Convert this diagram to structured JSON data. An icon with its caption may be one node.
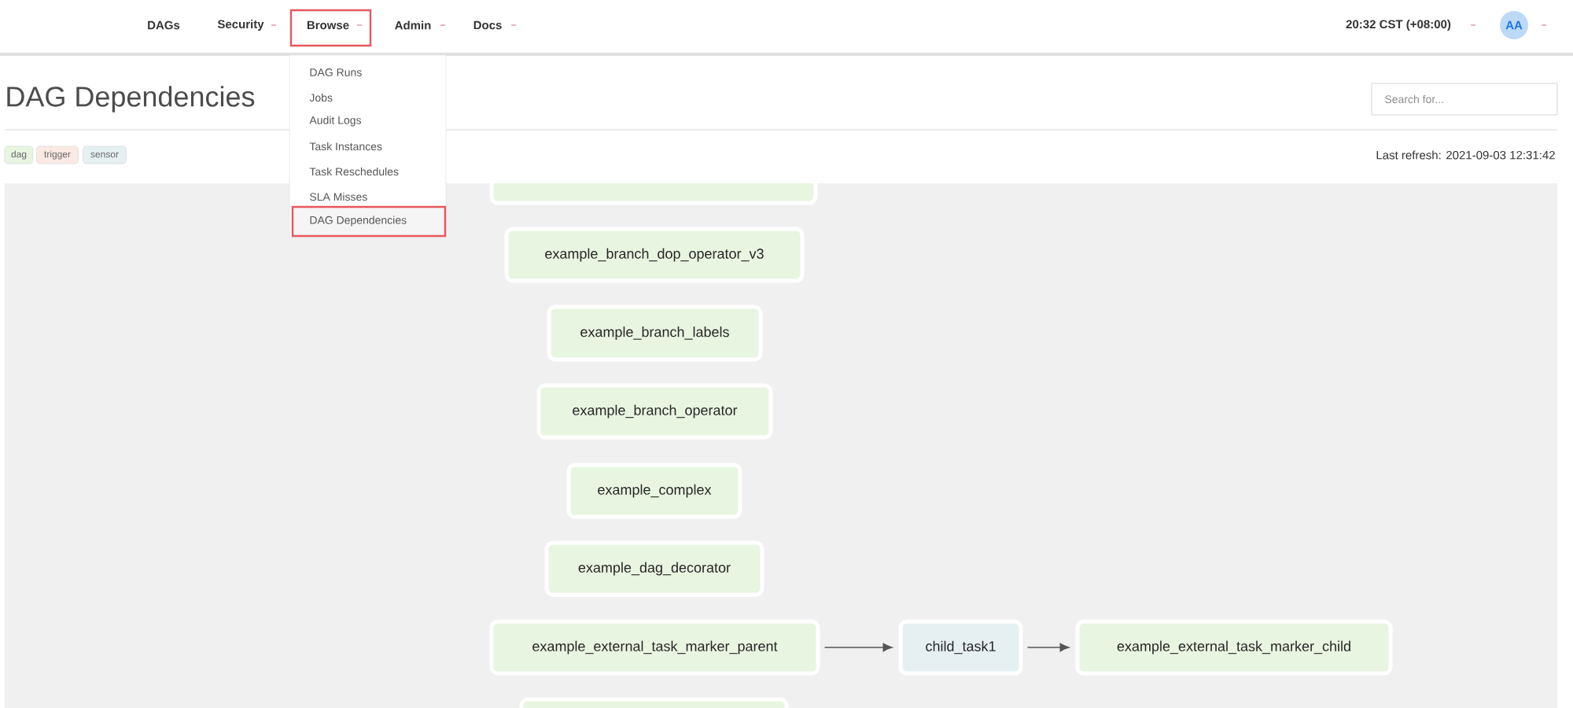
{
  "diagram": {
    "title": "DAG Dependencies",
    "nodes": [
      {
        "text": [],
        "shape": "box"
      },
      {
        "text": [
          "example_branch_dop_operator_v3"
        ]
      },
      {
        "text": [
          "example_branch_labels"
        ]
      },
      {
        "text": [
          "example_branch_operator"
        ]
      },
      {
        "text": [
          "example_complex"
        ]
      },
      {
        "text": [
          "example_dag_decorator"
        ]
      },
      {
        "text": [
          "example_external_task_marker_parent"
        ]
      },
      {
        "text": [
          "child_task1"
        ]
      },
      {
        "text": [
          "example_external_task_marker_child"
        ]
      },
      {
        "text": [],
        "shape": "box"
      }
    ],
    "edges": [
      {
        "from": 6,
        "to": 7,
        "arrow": "to"
      },
      {
        "from": 7,
        "to": 8,
        "arrow": "to"
      }
    ],
    "labels": [
      "DAGs",
      "Security",
      "Browse",
      "Admin",
      "Docs",
      "20:32 CST (+08:00)",
      "AA",
      "DAG Runs",
      "Jobs",
      "Audit Logs",
      "Task Instances",
      "Task Reschedules",
      "SLA Misses",
      "DAG Dependencies",
      "Search for...",
      "Last refresh: 2021-09-03 12:31:42"
    ],
    "legend": [
      {
        "text": "dag",
        "color": "#e8f5e1"
      },
      {
        "text": "trigger",
        "color": "#fbe9e4"
      },
      {
        "text": "sensor",
        "color": "#e5f0f3"
      }
    ]
  }
}
